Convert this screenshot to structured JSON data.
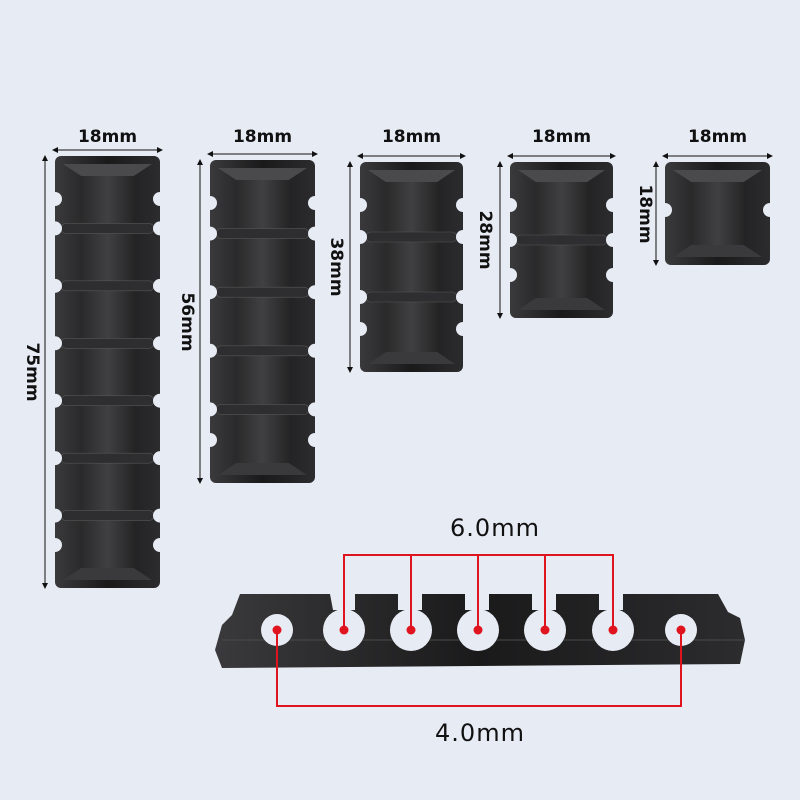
{
  "pieces": [
    {
      "width_label": "18mm",
      "height_label": "75mm",
      "slots": 7
    },
    {
      "width_label": "18mm",
      "height_label": "56mm",
      "slots": 5
    },
    {
      "width_label": "18mm",
      "height_label": "38mm",
      "slots": 3
    },
    {
      "width_label": "18mm",
      "height_label": "28mm",
      "slots": 2
    },
    {
      "width_label": "18mm",
      "height_label": "18mm",
      "slots": 1
    }
  ],
  "strip": {
    "slot_spacing_label": "6.0mm",
    "end_hole_label": "4.0mm"
  },
  "colors": {
    "background": "#e7ebf4",
    "product": "#1c1c1e",
    "annotation": "#e0141e"
  }
}
